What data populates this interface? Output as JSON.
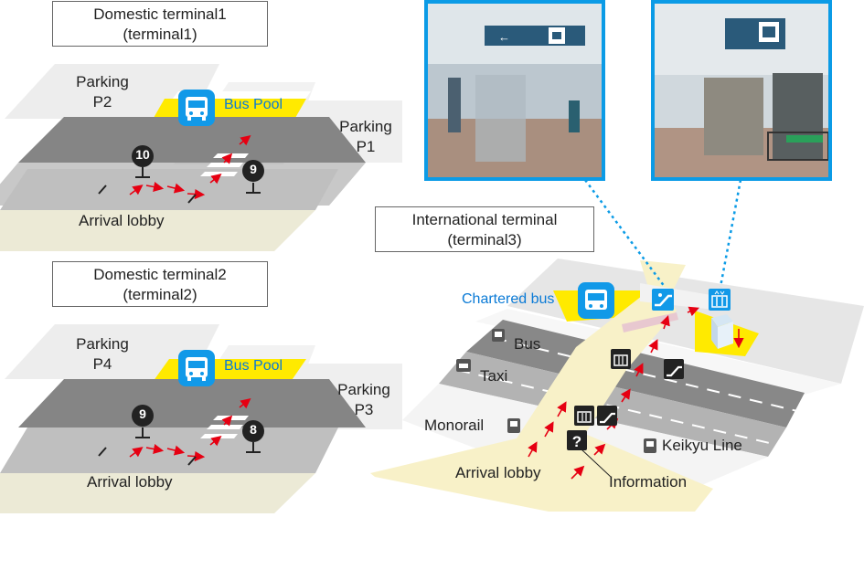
{
  "terminal1": {
    "title_line1": "Domestic terminal1",
    "title_line2": "(terminal1)",
    "parking_left_line1": "Parking",
    "parking_left_line2": "P2",
    "parking_right_line1": "Parking",
    "parking_right_line2": "P1",
    "bus_pool": "Bus Pool",
    "stop_left": "10",
    "stop_right": "9",
    "arrival": "Arrival lobby"
  },
  "terminal2": {
    "title_line1": "Domestic terminal2",
    "title_line2": "(terminal2)",
    "parking_left_line1": "Parking",
    "parking_left_line2": "P4",
    "parking_right_line1": "Parking",
    "parking_right_line2": "P3",
    "bus_pool": "Bus Pool",
    "stop_left": "9",
    "stop_right": "8",
    "arrival": "Arrival lobby"
  },
  "terminal3": {
    "title_line1": "International terminal",
    "title_line2": "(terminal3)",
    "chartered_bus": "Chartered bus",
    "bus": "Bus",
    "taxi": "Taxi",
    "monorail": "Monorail",
    "keikyu": "Keikyu Line",
    "arrival": "Arrival lobby",
    "information": "Information"
  },
  "icons": {
    "bus": "bus-icon",
    "elevator": "elevator-icon",
    "escalator": "escalator-icon",
    "information": "information-icon",
    "taxi": "taxi-icon",
    "train": "train-icon",
    "monorail": "monorail-icon"
  },
  "colors": {
    "photo_border": "#0b9be6",
    "bus_pool": "#ffea00",
    "route_arrow": "#e60012",
    "bus_icon": "#1199e8",
    "lobby_floor": "#f8f1c8"
  }
}
